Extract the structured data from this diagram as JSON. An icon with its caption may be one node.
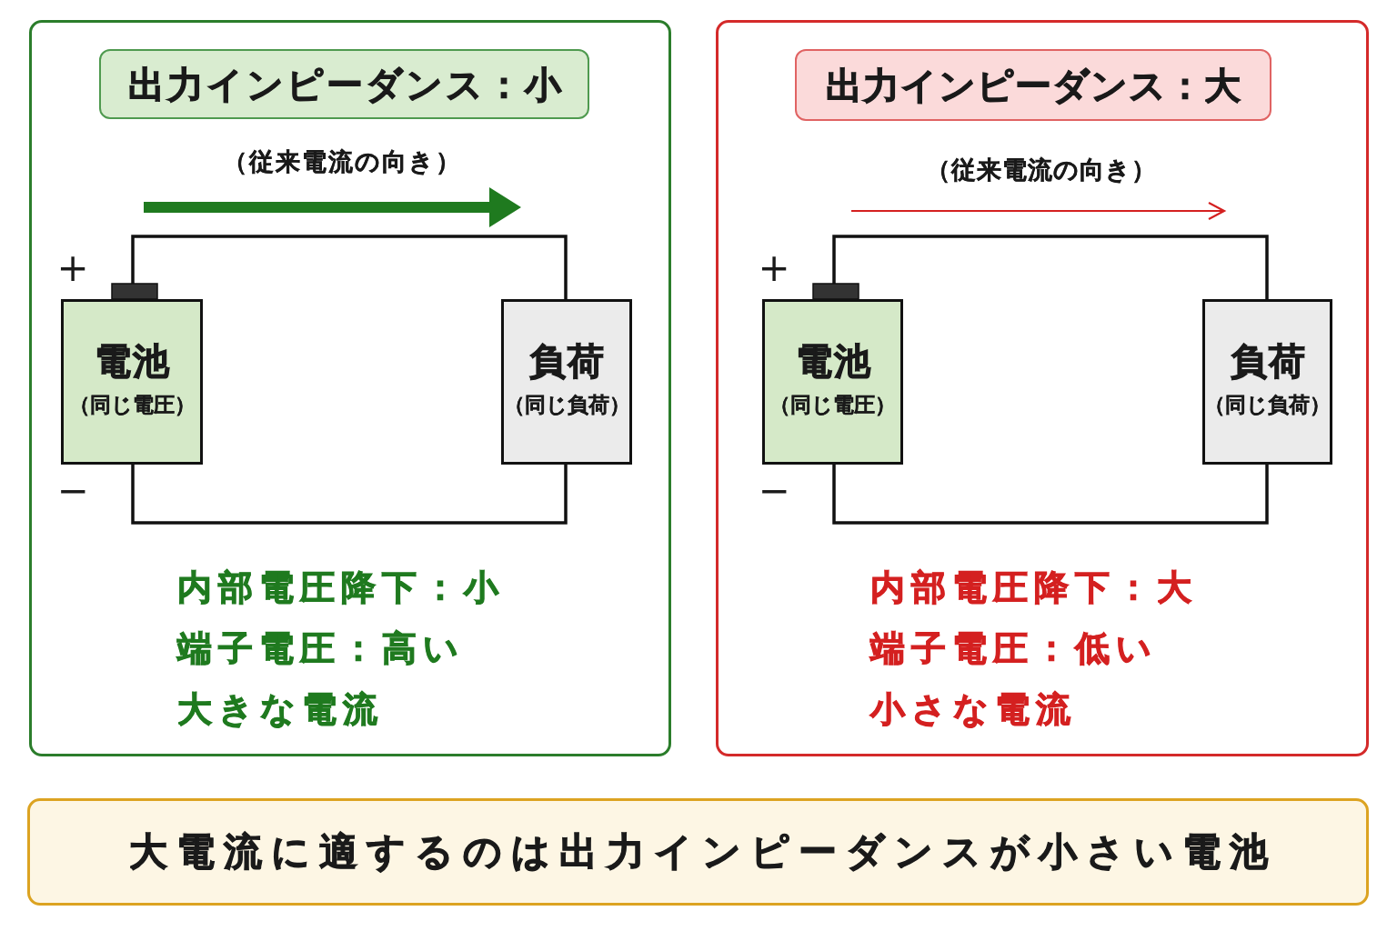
{
  "diagram": {
    "nodes": [
      {
        "text": [],
        "shape": "box"
      },
      {
        "text": [
          "出力インピーダンス：小"
        ],
        "in": 0
      },
      {
        "text": [
          "電池",
          "（同じ電圧）"
        ],
        "in": 0,
        "beside": [
          "+",
          "−"
        ]
      },
      {
        "text": [
          "負荷",
          "（同じ負荷）"
        ],
        "in": 0
      },
      {
        "text": [],
        "shape": "box"
      },
      {
        "text": [
          "出力インピーダンス：大"
        ],
        "in": 4
      },
      {
        "text": [
          "電池",
          "（同じ電圧）"
        ],
        "in": 4,
        "beside": [
          "+",
          "−"
        ]
      },
      {
        "text": [
          "負荷",
          "（同じ負荷）"
        ],
        "in": 4
      },
      {
        "text": [
          "大電流に適するのは出力インピーダンスが小さい電池"
        ]
      }
    ],
    "edges": [
      {
        "from": 2,
        "to": 3,
        "arrow": "none"
      },
      {
        "from": 2,
        "to": 3,
        "arrow": "none"
      },
      {
        "from": 6,
        "to": 7,
        "arrow": "none"
      },
      {
        "from": 6,
        "to": 7,
        "arrow": "none"
      }
    ],
    "labels": [
      "（従来電流の向き）",
      "内部電圧降下：小",
      "端子電圧：高い",
      "大きな電流",
      "（従来電流の向き）",
      "内部電圧降下：大",
      "端子電圧：低い",
      "小さな電流"
    ]
  }
}
